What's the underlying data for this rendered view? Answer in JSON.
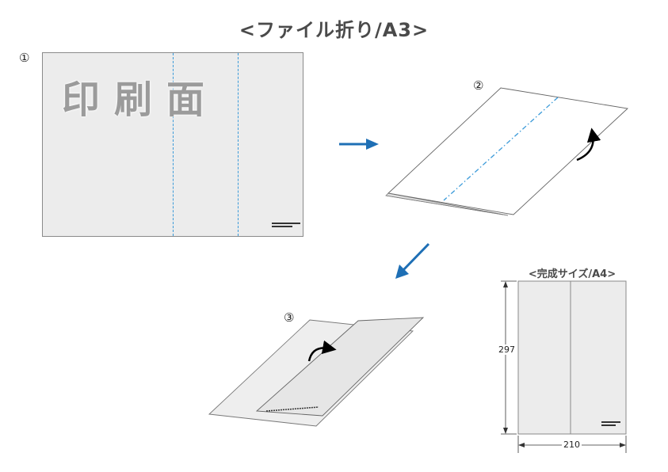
{
  "title": "<ファイル折り/A3>",
  "steps": {
    "s1": "①",
    "s2": "②",
    "s3": "③"
  },
  "print_face_label": "印刷面",
  "final": {
    "title": "<完成サイズ/A4>",
    "height_label": "297",
    "width_label": "210"
  },
  "colors": {
    "sheet": "#ececec",
    "outline": "#8a8a8a",
    "fold_line": "#3a9ad9",
    "arrow": "#1e6fb5",
    "text": "#4a4a4a"
  }
}
